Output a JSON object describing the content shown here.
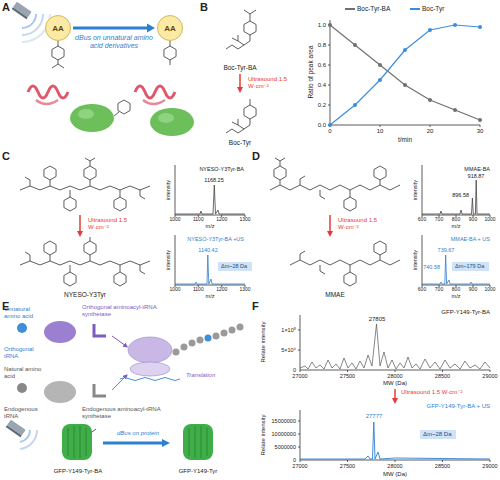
{
  "diagram": {
    "nodes": [
      {
        "text": [
          "AA"
        ]
      },
      {
        "text": [
          "AA"
        ]
      },
      {
        "text": [
          "Δm~28 Da"
        ]
      },
      {
        "text": [
          "Δm~179 Da"
        ]
      },
      {
        "text": [
          "Δm~28 Da"
        ]
      }
    ],
    "edges": [
      {
        "from": 0,
        "to": 1,
        "label": "dBus on unnatural amino acid derivatives",
        "arrow": "to"
      }
    ],
    "labels": [
      "A",
      "B",
      "C",
      "D",
      "E",
      "F",
      "Boc-Tyr-BA",
      "Ultrasound 1.5 W·cm⁻²",
      "Boc-Tyr",
      "Ratio of peak area",
      "t/min",
      "0",
      "10",
      "20",
      "30",
      "0.0",
      "0.2",
      "0.4",
      "0.6",
      "0.8",
      "1.0",
      "Ultrasound 1.5 W·cm⁻²",
      "NYESO-Y3Tyr",
      "NYESO-Y3Tyr-BA",
      "1168.25",
      "intensity",
      "m/z",
      "1000",
      "1100",
      "1200",
      "1300",
      "NYESO-Y3Tyr-BA +US",
      "1140.42",
      "intensity",
      "m/z",
      "1000",
      "1100",
      "1200",
      "1300",
      "Ultrasound 1.5 W·cm⁻²",
      "MMAE",
      "MMAE-BA",
      "918.87",
      "896.58",
      "intensity",
      "m/z",
      "600",
      "700",
      "800",
      "900",
      "1000",
      "MMAE-BA + US",
      "739.67",
      "740.58",
      "intensity",
      "m/z",
      "600",
      "700",
      "800",
      "900",
      "1000",
      "Unnatural amino acid",
      "Orthogonal tRNA",
      "Orthogonal aminoacyl-tRNA synthetase",
      "Natural amino acid",
      "Endogenous tRNA",
      "Endogenous aminoacyl-tRNA synthetase",
      "Translation",
      "GFP-Y149-Tyr-BA",
      "dBus on protein",
      "GFP-Y149-Tyr",
      "GFP-Y149-Tyr-BA",
      "27805",
      "Relate intensity",
      "MW (Da)",
      "27000",
      "27500",
      "28000",
      "28500",
      "29000",
      "0",
      "5×10⁴",
      "1×10⁵",
      "Ultrasound 1.5 W·cm⁻²",
      "GFP-Y149-Tyr-BA + US",
      "27777",
      "Relate intensity",
      "MW (Da)",
      "27000",
      "27500",
      "28000",
      "28500",
      "29000",
      "0",
      "5000000",
      "10000000",
      "15000000"
    ],
    "legend": [
      {
        "text": "Boc-Tyr-BA",
        "color": "#707070"
      },
      {
        "text": "Boc-Tyr",
        "color": "#3a8fdc"
      }
    ]
  }
}
